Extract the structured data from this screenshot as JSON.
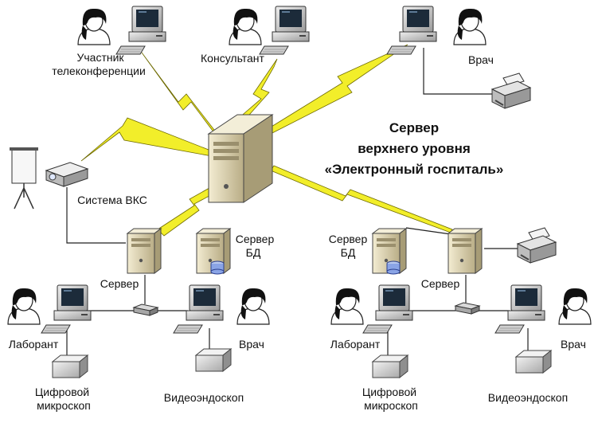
{
  "title": {
    "line1": "Сервер",
    "line2": "верхнего уровня",
    "line3": "«Электронный госпиталь»"
  },
  "labels": {
    "participant_line1": "Участник",
    "participant_line2": "телеконференции",
    "consultant": "Консультант",
    "doctor_top": "Врач",
    "vks_system": "Система ВКС",
    "server_left": "Сервер",
    "db_left_line1": "Сервер",
    "db_left_line2": "БД",
    "db_right_line1": "Сервер",
    "db_right_line2": "БД",
    "server_right": "Сервер",
    "lab_left": "Лаборант",
    "doctor_left": "Врач",
    "microscope_left_line1": "Цифровой",
    "microscope_left_line2": "микроскоп",
    "endoscope_left": "Видеоэндоскоп",
    "lab_right": "Лаборант",
    "doctor_right": "Врач",
    "microscope_right_line1": "Цифровой",
    "microscope_right_line2": "микроскоп",
    "endoscope_right": "Видеоэндоскоп"
  },
  "colors": {
    "lightning": "#f2ee2a",
    "lightning_stroke": "#6e6a00",
    "server_body": "#ddd3b0",
    "monitor_screen": "#1c2b3a",
    "hair": "#111111",
    "line": "#222222"
  }
}
